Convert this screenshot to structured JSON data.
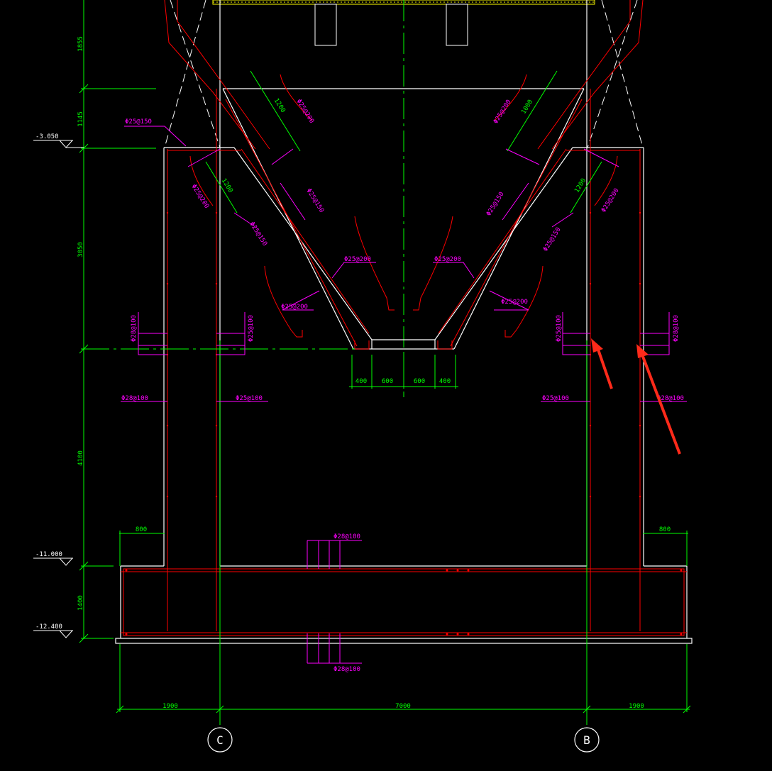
{
  "drawing": {
    "colors": {
      "background": "#000000",
      "outline": "#ffffff",
      "rebar": "#ff0000",
      "dimension": "#00ff00",
      "rebar_label": "#ff00ff",
      "arrow": "#ff2a1a",
      "centerline": "#00ff00",
      "top_edge": "#ffff00"
    },
    "elevations": {
      "e1": "-3.050",
      "e2": "-11.000",
      "e3": "-12.400"
    },
    "vertical_dims": {
      "d1": "1855",
      "d2": "1145",
      "d3": "3050",
      "d4": "4100",
      "d5": "1400"
    },
    "hopper_dims": {
      "b1": "400",
      "b2": "600",
      "b3": "600",
      "b4": "400",
      "slope_left_1": "1200",
      "slope_left_2": "1200",
      "slope_right_1": "1000",
      "slope_right_2": "1200"
    },
    "bottom_dims": {
      "left": "1900",
      "middle": "7000",
      "right": "1900",
      "wall_left": "800",
      "wall_right": "800"
    },
    "axes": {
      "left": "C",
      "right": "B"
    },
    "rebar_labels": {
      "top_left_150": "Φ25@150",
      "slope_l_200": "Φ25@200",
      "left_l1": "Φ25@200",
      "left_l2": "Φ25@150",
      "left_l3": "Φ25@150",
      "left_mid_200": "Φ25@200",
      "left_low_200": "Φ25@200",
      "right_top_200": "Φ25@200",
      "right_r1": "Φ25@150",
      "right_r2": "Φ25@150",
      "right_r3": "Φ25@200",
      "right_mid_200": "Φ25@200",
      "right_low_200": "Φ25@200",
      "wall_l_outer_v": "Φ28@100",
      "wall_l_inner_v": "Φ25@100",
      "wall_r_inner_v": "Φ25@100",
      "wall_r_outer_v": "Φ28@100",
      "wall_l_outer": "Φ28@100",
      "wall_l_inner": "Φ25@100",
      "wall_r_inner": "Φ25@100",
      "wall_r_outer": "Φ28@100",
      "base_top": "Φ28@100",
      "base_bottom": "Φ28@100"
    }
  }
}
